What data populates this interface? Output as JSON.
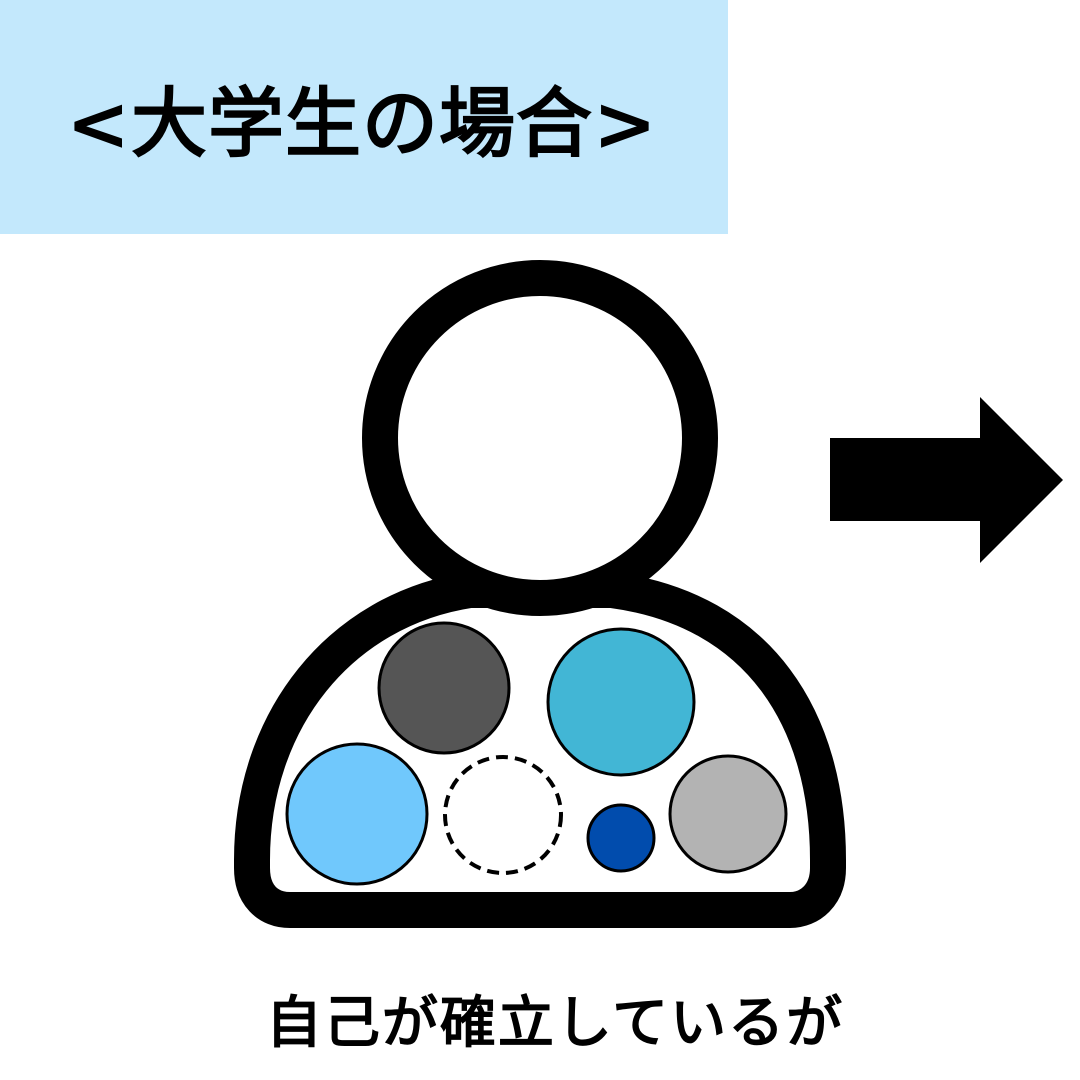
{
  "title": "<大学生の場合>",
  "caption": "自己が確立しているが",
  "colors": {
    "banner_bg": "#c3e8fc",
    "outline": "#000000",
    "circle_dark_gray": "#555555",
    "circle_teal": "#42b6d5",
    "circle_light_blue": "#70c8fc",
    "circle_navy": "#014cad",
    "circle_light_gray": "#b3b3b3",
    "circle_empty_dashed": "#ffffff"
  },
  "figure": {
    "person_icon": "person-silhouette",
    "inner_circles": [
      {
        "name": "dark-gray-circle",
        "style": "solid"
      },
      {
        "name": "teal-circle",
        "style": "solid"
      },
      {
        "name": "light-blue-circle",
        "style": "solid"
      },
      {
        "name": "empty-dashed-circle",
        "style": "dashed"
      },
      {
        "name": "navy-circle",
        "style": "solid"
      },
      {
        "name": "light-gray-circle",
        "style": "solid"
      }
    ],
    "arrow": "right-arrow"
  }
}
